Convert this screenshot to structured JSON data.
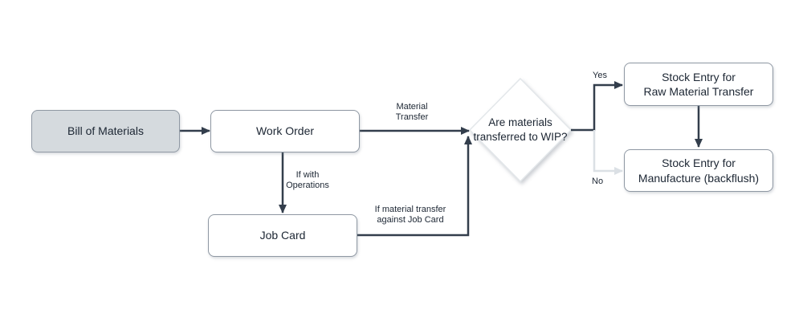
{
  "diagram": {
    "nodes": {
      "bill_of_materials": {
        "label": "Bill of Materials"
      },
      "work_order": {
        "label": "Work Order"
      },
      "job_card": {
        "label": "Job Card"
      },
      "wip_decision": {
        "label": "Are materials\ntransferred to WIP?"
      },
      "stock_entry_raw_material": {
        "label": "Stock Entry for\nRaw Material Transfer"
      },
      "stock_entry_manufacture": {
        "label": "Stock Entry for\nManufacture (backflush)"
      }
    },
    "edge_labels": {
      "material_transfer": "Material\nTransfer",
      "if_with_operations": "If with\nOperations",
      "if_material_transfer_against_job_card": "If material transfer\nagainst Job Card",
      "yes": "Yes",
      "no": "No"
    },
    "colors": {
      "connector_dark": "#333e4c",
      "connector_light": "#dbe0e5",
      "node_border": "#8f98a3",
      "node_fill": "#ffffff",
      "start_node_fill": "#d5dade",
      "decision_border": "#e3e7ea",
      "text": "#1c2633",
      "background": "#ffffff"
    }
  }
}
